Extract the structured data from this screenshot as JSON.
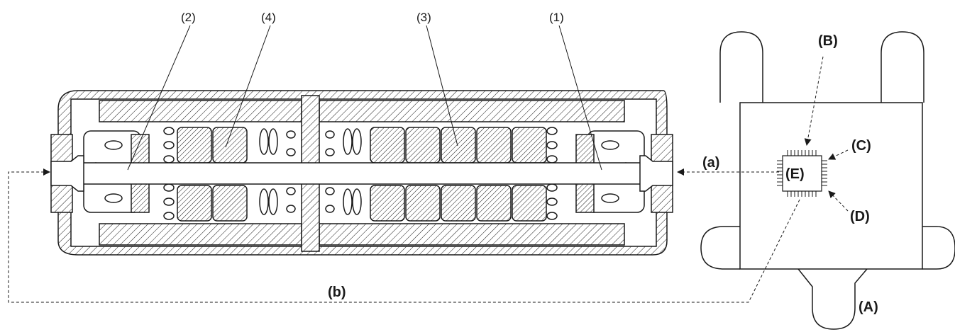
{
  "labels": {
    "part_1": "(1)",
    "part_2": "(2)",
    "part_3": "(3)",
    "part_4": "(4)",
    "path_a": "(a)",
    "path_b": "(b)",
    "callout_A": "(A)",
    "callout_B": "(B)",
    "callout_C": "(C)",
    "callout_D": "(D)",
    "chip_E": "(E)"
  },
  "colors": {
    "line": "#1a1a1a",
    "background": "#ffffff",
    "hatch": "#1a1a1a"
  }
}
